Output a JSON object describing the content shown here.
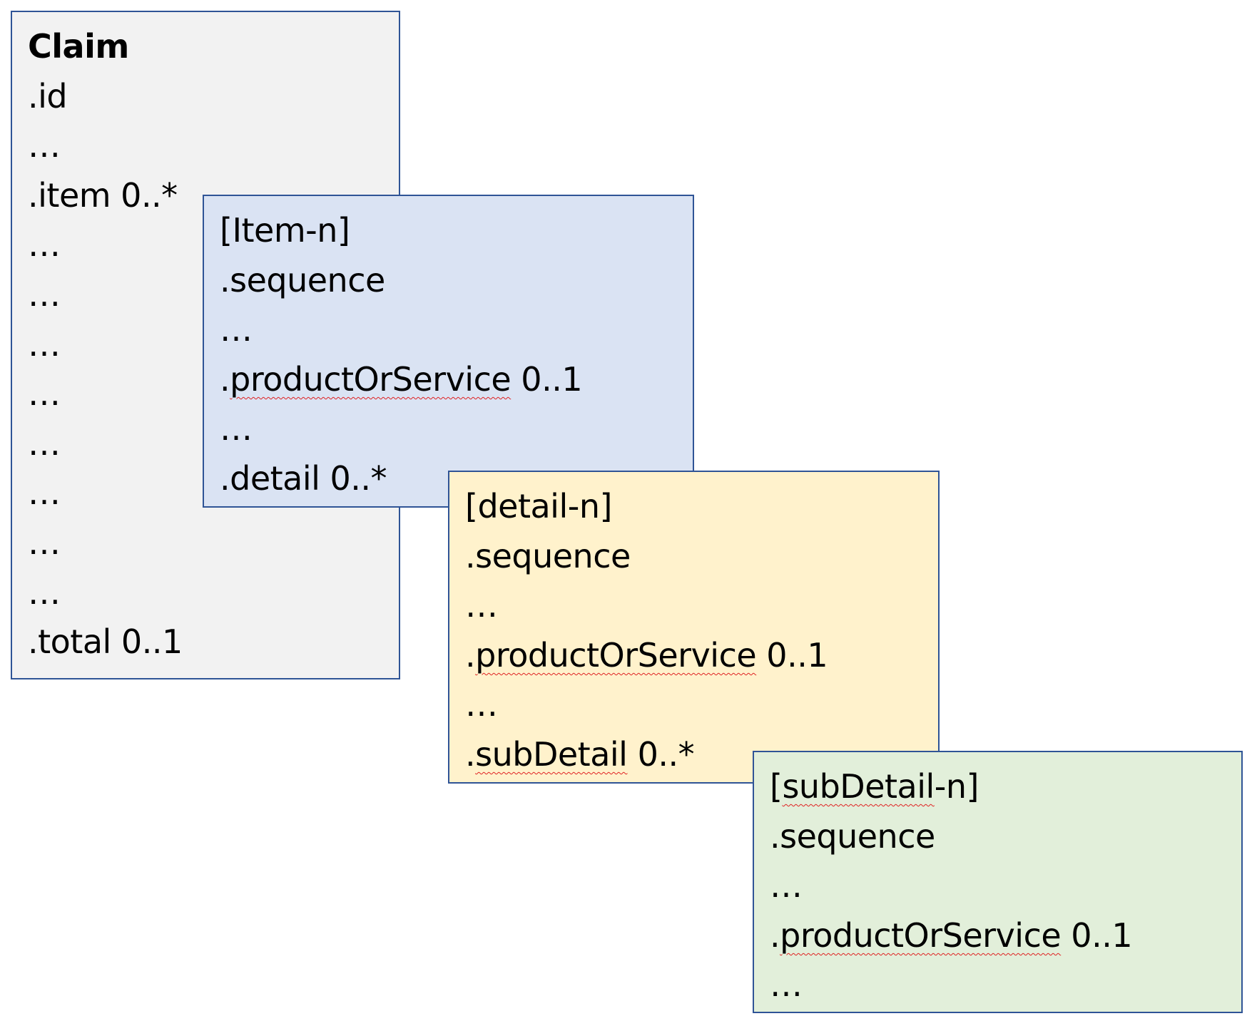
{
  "diagram": {
    "claim": {
      "title": "Claim",
      "lines": [
        ".id",
        "…",
        ".item 0..*",
        "…",
        "…",
        "…",
        "…",
        "…",
        "…",
        "…",
        "…",
        ".total 0..1"
      ],
      "fill": "#f2f2f2",
      "border": "#2f5496"
    },
    "item": {
      "title": "[Item-n]",
      "lines": [
        ".sequence",
        "…",
        ".productOrService 0..1",
        "…",
        ".detail 0..*"
      ],
      "fill": "#dae3f3",
      "border": "#2f5496"
    },
    "detail": {
      "title": "[detail-n]",
      "lines": [
        ".sequence",
        "…",
        ".productOrService 0..1",
        "…",
        ".subDetail 0..*"
      ],
      "fill": "#fff2cc",
      "border": "#2f5496"
    },
    "subdetail": {
      "title": "[subDetail-n]",
      "lines": [
        ".sequence",
        "…",
        ".productOrService 0..1",
        "…"
      ],
      "fill": "#e2efda",
      "border": "#2f5496"
    }
  }
}
